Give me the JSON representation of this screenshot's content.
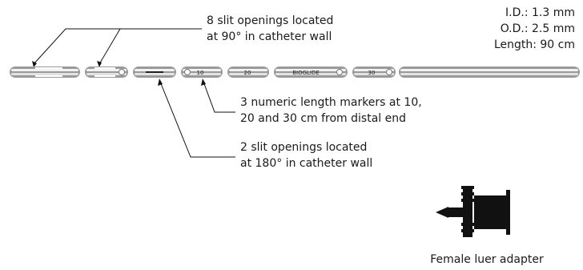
{
  "specs": {
    "id": "I.D.: 1.3 mm",
    "od": "O.D.: 2.5 mm",
    "length": "Length: 90 cm"
  },
  "callouts": {
    "slits_90": [
      "8 slit openings located",
      "at 90° in catheter wall"
    ],
    "markers": [
      "3 numeric length markers at 10,",
      "20 and 30 cm from distal end"
    ],
    "slits_180": [
      "2 slit openings located",
      "at 180° in catheter wall"
    ],
    "adapter": "Female luer adapter"
  },
  "catheter": {
    "marker_labels": [
      "10",
      "20",
      "BIOGLIDE",
      "30"
    ]
  },
  "colors": {
    "tube": "#9a9a9a",
    "tube_highlight": "#f2f2f2",
    "ink": "#111111",
    "adapter": "#111111"
  }
}
